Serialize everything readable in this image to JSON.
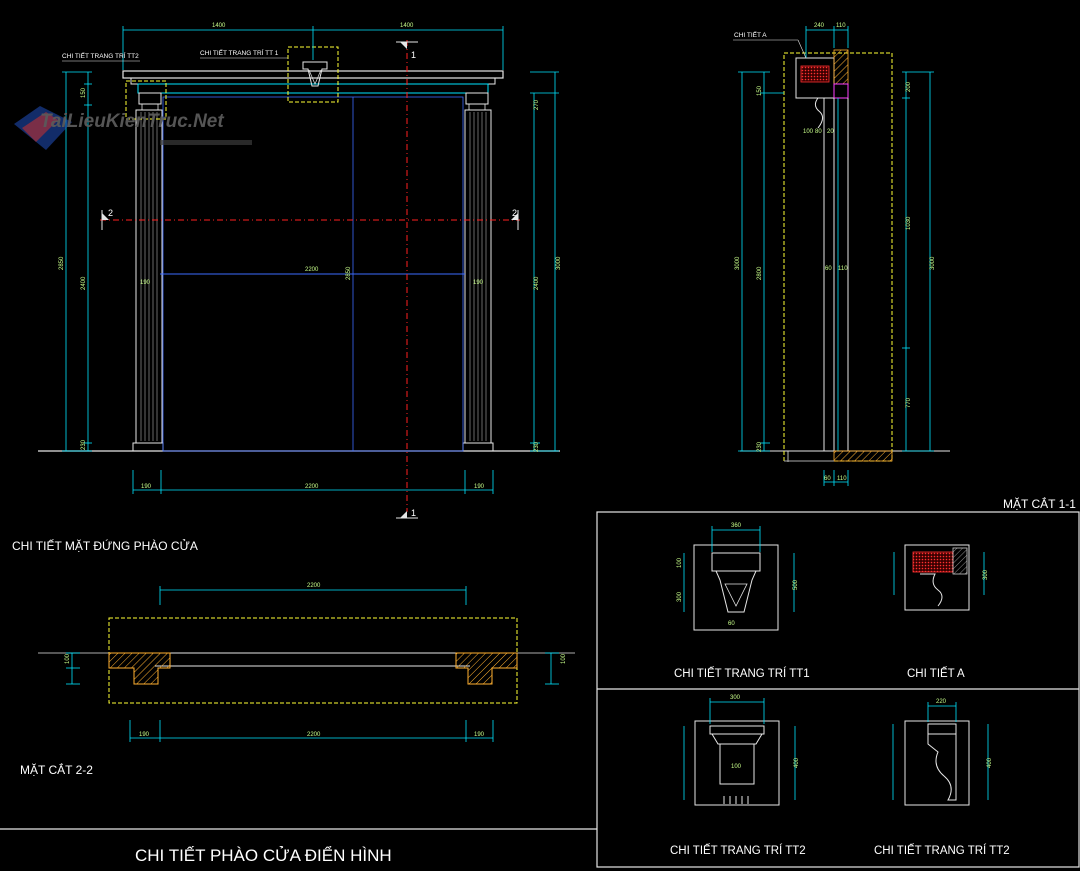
{
  "labels": {
    "main_title": "CHI TIẾT PHÀO CỬA ĐIỂN HÌNH",
    "elevation_title": "CHI TIẾT MẶT ĐỨNG PHÀO CỬA",
    "section_22_title": "MẶT CẮT 2-2",
    "section_11_title": "MẶT CẮT 1-1",
    "callout_tt2": "CHI TIẾT TRANG TRÍ TT2",
    "callout_tt1": "CHI TIẾT TRANG TRÍ TT 1",
    "callout_a": "CHI TIẾT A",
    "detail_tt1": "CHI TIẾT TRANG TRÍ TT1",
    "detail_a": "CHI TIẾT A",
    "detail_tt2_left": "CHI TIẾT TRANG TRÍ TT2",
    "detail_tt2_right": "CHI TIẾT TRANG TRÍ TT2",
    "section_mark_1": "1",
    "section_mark_2": "2"
  },
  "watermark": "TaiLieuKienTruc.Net",
  "dims": {
    "top_left": "1400",
    "top_right": "1400",
    "opening_width": "2200",
    "opening_bottom": "2200",
    "pillar_left": "190",
    "pillar_right": "190",
    "total_height": "2850",
    "height_left": "2400",
    "height_right": "2400",
    "height_mid": "2850",
    "height_far_right": "3000",
    "head_a": "150",
    "head_b": "270",
    "plinth": "230",
    "sec_top_a": "240",
    "sec_top_b": "110",
    "sec_h1": "3000",
    "sec_h2": "2800",
    "sec_h3": "3000",
    "sec_seg1": "1030",
    "sec_seg2": "770",
    "sec_seg3": "200",
    "sec_bot_a": "60",
    "sec_bot_b": "110",
    "sec_small_a": "100",
    "sec_small_b": "80",
    "sec_small_c": "20",
    "plan_top": "2200",
    "plan_bottom": "2200",
    "plan_left": "190",
    "plan_right": "190",
    "plan_h": "100",
    "tt1_width": "360",
    "tt1_h1": "100",
    "tt1_h2": "300",
    "tt1_h3": "500",
    "tt1_bot": "60",
    "a_h": "300",
    "tt2_width": "300",
    "tt2_h": "400",
    "tt2_mid": "100",
    "tt2r_top": "220",
    "tt2r_h": "400"
  },
  "colors": {
    "background": "#000000",
    "line_cyan": "#00e5ff",
    "line_blue": "#3d6bff",
    "line_yellow": "#ffff33",
    "line_red": "#ff2020",
    "line_green": "#7cff7c",
    "text_white": "#ffffff",
    "dim_text": "#c8ff8a",
    "hatch_orange": "#ffb030",
    "frame_white": "#e6e6e6"
  }
}
